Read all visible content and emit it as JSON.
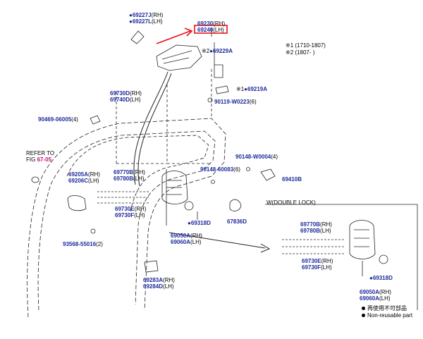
{
  "notes": {
    "line1": "※1 (1710-1807)",
    "line2": "※2 (1807-      )"
  },
  "labels": {
    "p69227": {
      "a": "●69227J",
      "a_s": "(RH)",
      "b": "●69227L",
      "b_s": "(LH)"
    },
    "p69230": {
      "a": "69230",
      "a_s": "(RH)",
      "b": "69240",
      "b_s": "(LH)"
    },
    "p69229": {
      "mark": "※2",
      "a": "●69229A"
    },
    "p69219": {
      "mark": "※1",
      "a": "●69219A"
    },
    "p69730": {
      "a": "69730D",
      "a_s": "(RH)",
      "b": "69740D",
      "b_s": "(LH)"
    },
    "p90119": {
      "a": "90119-W0223",
      "a_s": "(6)"
    },
    "p90469": {
      "a": "90469-06005",
      "a_s": "(4)"
    },
    "refer": {
      "a": "REFER TO",
      "b": "FIG",
      "c": "67-05"
    },
    "p90148w": {
      "a": "90148-W0004",
      "a_s": "(4)"
    },
    "p69410": {
      "a": "69410B"
    },
    "p90148b": {
      "a": "90148-60083",
      "a_s": "(6)"
    },
    "p69205": {
      "a": "69205A",
      "a_s": "(RH)",
      "b": "69206C",
      "b_s": "(LH)"
    },
    "p69770a": {
      "a": "69770B",
      "a_s": "(RH)",
      "b": "69780B",
      "b_s": "(LH)"
    },
    "p69730e_a": {
      "a": "69730E",
      "a_s": "(RH)",
      "b": "69730F",
      "b_s": "(LH)"
    },
    "p69318a": {
      "a": "●69318D"
    },
    "p67836": {
      "a": "67836D"
    },
    "p93568": {
      "a": "93568-55016",
      "a_s": "(2)"
    },
    "p69050a": {
      "a": "69050A",
      "a_s": "(RH)",
      "b": "69060A",
      "b_s": "(LH)"
    },
    "double_lock": {
      "a": "W(DOUBLE LOCK)"
    },
    "p69770b": {
      "a": "69770B",
      "a_s": "(RH)",
      "b": "69780B",
      "b_s": "(LH)"
    },
    "p69730e_b": {
      "a": "69730E",
      "a_s": "(RH)",
      "b": "69730F",
      "b_s": "(LH)"
    },
    "p69318b": {
      "a": "●69318D"
    },
    "p69283": {
      "a": "69283A",
      "a_s": "(RH)",
      "b": "69284D",
      "b_s": "(LH)"
    },
    "p69050b": {
      "a": "69050A",
      "a_s": "(RH)",
      "b": "69060A",
      "b_s": "(LH)"
    }
  },
  "legend": {
    "item1": "再使用不可部品",
    "item2": "Non-reusable part"
  },
  "colors": {
    "part_no": "#1f2a9c",
    "highlight_box": "#e8101a",
    "arrow": "#e8101a",
    "fig_ref": "#c0147e"
  }
}
